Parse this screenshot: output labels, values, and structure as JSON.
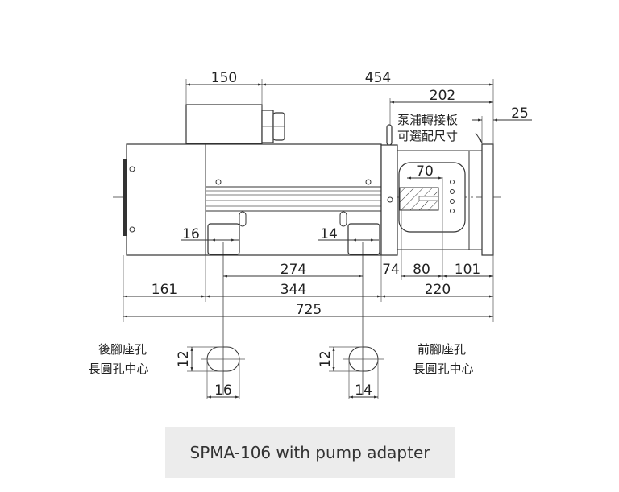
{
  "dimensions": {
    "box_width": "150",
    "top_overall": "454",
    "adapter_length": "202",
    "flange": "25",
    "foot_spacing": "274",
    "front_74": "74",
    "shaft_80": "80",
    "adapter_101": "101",
    "rear_161": "161",
    "body_344": "344",
    "front_220": "220",
    "overall_725": "725",
    "shaft_70": "70",
    "rear_slot": "16",
    "front_slot": "14",
    "rear_slot_height": "12",
    "front_slot_height": "12",
    "rear_detail_width": "16",
    "front_detail_width": "14"
  },
  "notes": {
    "adapter_line1": "泵浦轉接板",
    "adapter_line2": "可選配尺寸",
    "rear_foot_line1": "後腳座孔",
    "rear_foot_line2": "長圓孔中心",
    "front_foot_line1": "前腳座孔",
    "front_foot_line2": "長圓孔中心"
  },
  "caption": "SPMA-106 with pump adapter"
}
